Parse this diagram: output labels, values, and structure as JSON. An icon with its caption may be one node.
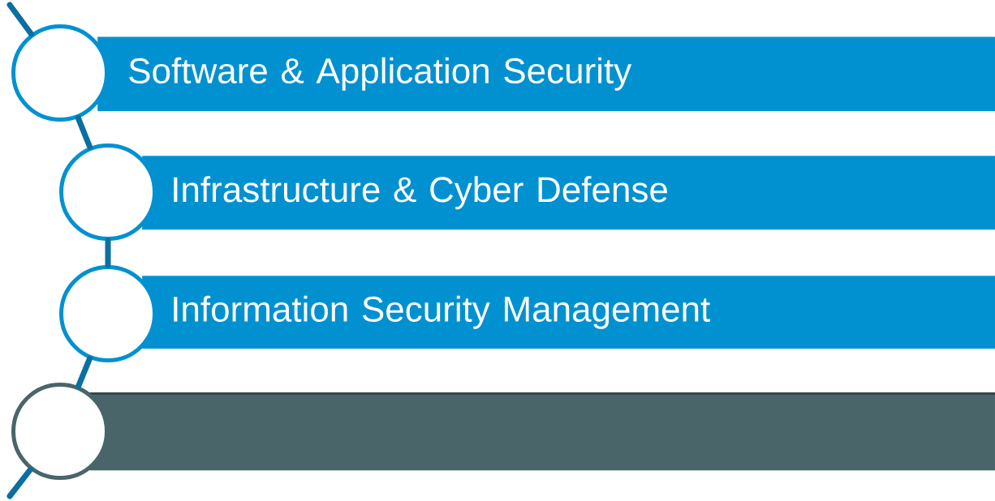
{
  "diagram": {
    "nodes": [
      {
        "text": [
          "Software & Application Security"
        ]
      },
      {
        "text": [
          "Infrastructure & Cyber Defense"
        ]
      },
      {
        "text": [
          "Information Security Management"
        ]
      },
      {
        "text": [],
        "shape": "bar"
      },
      {
        "text": [],
        "shape": "circle"
      },
      {
        "text": [],
        "shape": "circle"
      },
      {
        "text": [],
        "shape": "circle"
      },
      {
        "text": [],
        "shape": "circle"
      }
    ],
    "edges": [
      {
        "from": null,
        "to": 4,
        "arrow": "none"
      },
      {
        "from": 4,
        "to": 5,
        "arrow": "none"
      },
      {
        "from": 5,
        "to": 6,
        "arrow": "none"
      },
      {
        "from": 6,
        "to": 7,
        "arrow": "none"
      },
      {
        "from": 7,
        "to": null,
        "arrow": "none"
      }
    ]
  }
}
